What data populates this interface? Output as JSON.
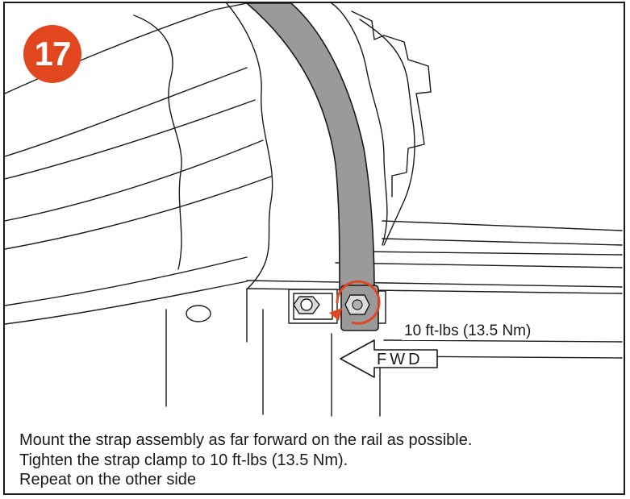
{
  "step": {
    "number": "17",
    "badge_color": "#e2461f"
  },
  "callouts": {
    "torque": "10 ft-lbs (13.5 Nm)",
    "direction": "FWD"
  },
  "instructions": [
    "Mount the strap assembly as far forward on the rail as possible.",
    "Tighten the strap clamp to 10 ft-lbs (13.5 Nm).",
    "Repeat on the other side"
  ],
  "colors": {
    "strap_fill": "#9a9a9a",
    "rotation_arrow": "#e2461f",
    "line": "#1a1a1a"
  },
  "icons": [
    "fwd-arrow-icon",
    "rotation-arrow-icon",
    "nut-icon",
    "bolt-icon"
  ]
}
